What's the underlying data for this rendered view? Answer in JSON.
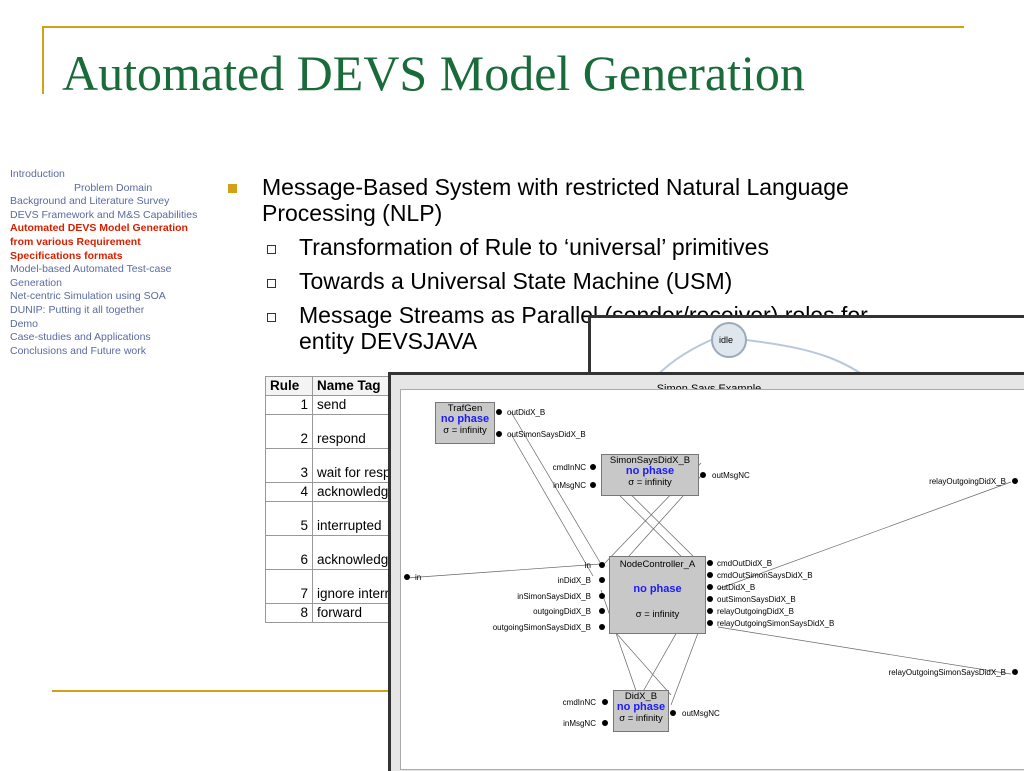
{
  "title": "Automated DEVS Model Generation",
  "sidebar": {
    "items": [
      {
        "label": "Introduction",
        "style": ""
      },
      {
        "label": "Problem Domain",
        "style": "indent"
      },
      {
        "label": "Background and Literature Survey",
        "style": ""
      },
      {
        "label": "DEVS Framework and M&S Capabilities",
        "style": ""
      },
      {
        "label": "Automated DEVS Model Generation from various Requirement Specifications formats",
        "style": "active"
      },
      {
        "label": "Model-based Automated Test-case Generation",
        "style": ""
      },
      {
        "label": "Net-centric Simulation using SOA",
        "style": ""
      },
      {
        "label": "DUNIP: Putting it all together",
        "style": ""
      },
      {
        "label": "Demo",
        "style": ""
      },
      {
        "label": "Case-studies and Applications",
        "style": ""
      },
      {
        "label": "Conclusions and Future work",
        "style": ""
      }
    ]
  },
  "bullets": {
    "main": "Message-Based System with restricted Natural Language Processing (NLP)",
    "sub": [
      "Transformation of Rule to ‘universal’ primitives",
      "Towards a Universal State Machine (USM)",
      "Message Streams as Parallel (sender/receiver) roles for entity DEVSJAVA"
    ]
  },
  "rules_table": {
    "headers": [
      "Rule",
      "Name Tag"
    ],
    "rows": [
      [
        "1",
        "send"
      ],
      [
        "2",
        "respond"
      ],
      [
        "3",
        "wait for response"
      ],
      [
        "4",
        "acknowledge"
      ],
      [
        "5",
        "interrupted"
      ],
      [
        "6",
        "acknowledge interrupt"
      ],
      [
        "7",
        "ignore interrupt"
      ],
      [
        "8",
        "forward"
      ]
    ]
  },
  "state_window": {
    "state": "idle"
  },
  "simulation_window": {
    "title": "Simon Says Example",
    "models": {
      "trafgen": {
        "name": "TrafGen",
        "phase": "no phase",
        "sigma": "σ = infinity"
      },
      "simonsays": {
        "name": "SimonSaysDidX_B",
        "phase": "no phase",
        "sigma": "σ = infinity"
      },
      "nodecontroller": {
        "name": "NodeController_A",
        "phase": "no phase",
        "sigma": "σ = infinity"
      },
      "didx": {
        "name": "DidX_B",
        "phase": "no phase",
        "sigma": "σ = infinity"
      }
    },
    "ports": {
      "trafgen_out1": "outDidX_B",
      "trafgen_out2": "outSimonSaysDidX_B",
      "ss_in1": "cmdInNC",
      "ss_in2": "inMsgNC",
      "ss_out1": "outMsgNC",
      "relay_out_didx": "relayOutgoingDidX_B",
      "in_port": "in",
      "nc_in1": "in",
      "nc_in2": "inDidX_B",
      "nc_in3": "inSimonSaysDidX_B",
      "nc_in4": "outgoingDidX_B",
      "nc_in5": "outgoingSimonSaysDidX_B",
      "nc_out1": "cmdOutDidX_B",
      "nc_out2": "cmdOutSimonSaysDidX_B",
      "nc_out3": "outDidX_B",
      "nc_out4": "outSimonSaysDidX_B",
      "nc_out5": "relayOutgoingDidX_B",
      "nc_out6": "relayOutgoingSimonSaysDidX_B",
      "relay_out_ss": "relayOutgoingSimonSaysDidX_B",
      "didx_in1": "cmdInNC",
      "didx_in2": "inMsgNC",
      "didx_out1": "outMsgNC"
    }
  },
  "colors": {
    "accent": "#d4a017",
    "title": "#1a6b3a",
    "sidebar_text": "#5a6aa0",
    "sidebar_active": "#d62000",
    "phase": "#1a1aff"
  }
}
